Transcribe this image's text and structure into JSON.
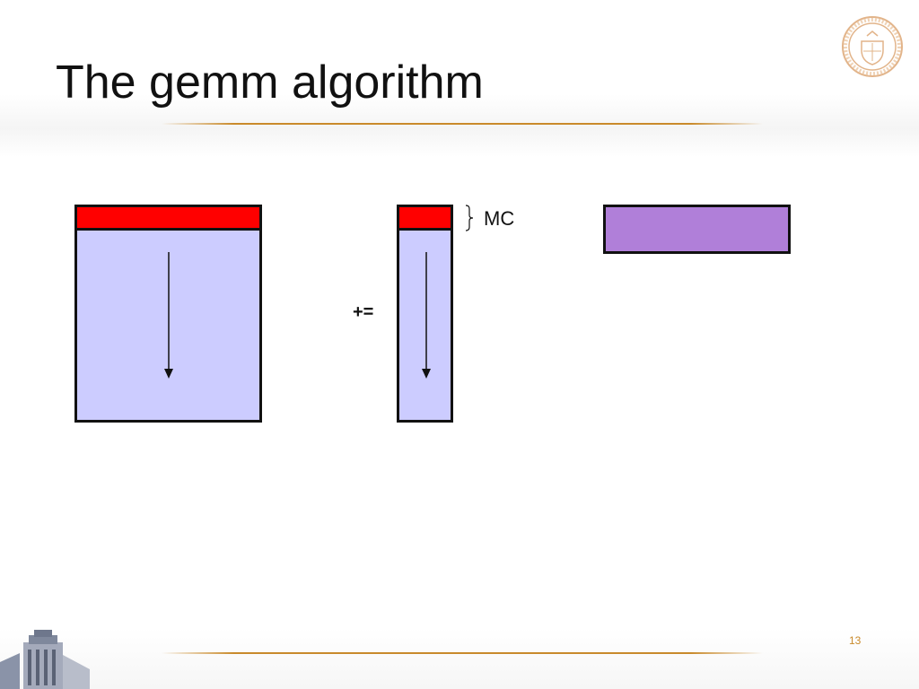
{
  "slide": {
    "title": "The gemm algorithm",
    "number": "13"
  },
  "diagram": {
    "operator": "+=",
    "block_label": "MC"
  },
  "colors": {
    "matrix_fill": "#ccccff",
    "highlight_row": "#ff0000",
    "packed_block": "#b07fd9",
    "accent_rule": "#c98a2b"
  },
  "icons": {
    "seal": "university-seal-icon",
    "tower": "tower-icon",
    "arrow": "down-arrow-icon",
    "brace": "right-brace-icon"
  }
}
